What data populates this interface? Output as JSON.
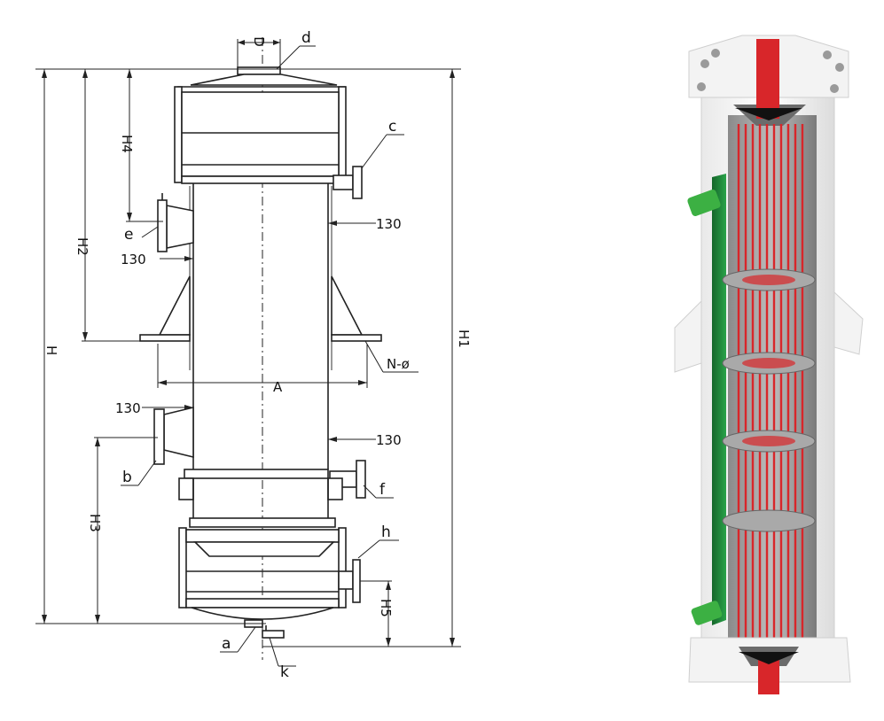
{
  "drawing": {
    "dimensions": {
      "D": "D",
      "H": "H",
      "H1": "H1",
      "H2": "H2",
      "H3": "H3",
      "H4": "H4",
      "H5": "H5",
      "A": "A",
      "N_phi": "N-ø",
      "offset_e": "130",
      "offset_c": "130",
      "offset_b": "130",
      "offset_f": "130"
    },
    "nozzles": {
      "a": "a",
      "b": "b",
      "c": "c",
      "d": "d",
      "e": "e",
      "f": "f",
      "h": "h",
      "k": "k"
    }
  },
  "render": {
    "colors": {
      "tubes": "#d8262a",
      "jacket": "#1f8a3a",
      "nozzle": "#3cb043",
      "shell_light": "#f2f2f2",
      "shell_dark": "#6f6f6f"
    }
  }
}
